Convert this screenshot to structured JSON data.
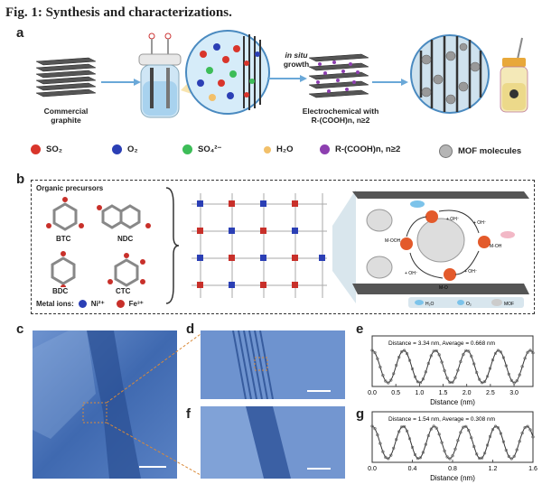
{
  "figure_title": "Fig. 1: Synthesis and characterizations.",
  "panels": {
    "a": "a",
    "b": "b",
    "c": "c",
    "d": "d",
    "e": "e",
    "f": "f",
    "g": "g"
  },
  "panel_a": {
    "commercial_graphite": "Commercial\ngraphite",
    "in_situ": "in situ",
    "growth": "growth",
    "electrochemical": "Electrochemical with\nR-(COOH)n, n≥2"
  },
  "legend_a": [
    {
      "label": "SO₂",
      "color": "#d9352b"
    },
    {
      "label": "O₂",
      "color": "#2b3fb5"
    },
    {
      "label": "SO₄²⁻",
      "color": "#3dbd58"
    },
    {
      "label": "H₂O",
      "color": "#f2c06a"
    },
    {
      "label": "R-(COOH)n, n≥2",
      "color": "#8d3fb0"
    },
    {
      "label": "MOF molecules",
      "color": "#b5b5b5"
    }
  ],
  "panel_b": {
    "organic_precursors": "Organic precursors",
    "molecules": [
      "BTC",
      "NDC",
      "BDC",
      "CTC"
    ],
    "metal_ions_label": "Metal ions:",
    "ni": "Ni²⁺",
    "fe": "Fe³⁺",
    "ni_color": "#2b3fb5",
    "fe_color": "#c8302a",
    "mech_labels": {
      "oh": "+ OH⁻",
      "mooh": "M-OOH",
      "moh": "M-OH",
      "mo": "M-O",
      "h2o": "H₂O",
      "o2": "O₂",
      "mof": "MOF"
    }
  },
  "chart_data": [
    {
      "type": "line",
      "panel": "e",
      "annotation": "Distance = 3.34 nm, Average = 0.668 nm",
      "xlabel": "Distance (nm)",
      "xlim": [
        0,
        3.4
      ],
      "ticks": [
        "0.0",
        "0.5",
        "1.0",
        "1.5",
        "2.0",
        "2.5",
        "3.0"
      ],
      "period": 0.668,
      "peaks": 5
    },
    {
      "type": "line",
      "panel": "g",
      "annotation": "Distance = 1.54 nm, Average = 0.308 nm",
      "xlabel": "Distance (nm)",
      "xlim": [
        0,
        1.6
      ],
      "ticks": [
        "0.0",
        "0.4",
        "0.8",
        "1.2",
        "1.6"
      ],
      "period": 0.308,
      "peaks": 5
    }
  ]
}
